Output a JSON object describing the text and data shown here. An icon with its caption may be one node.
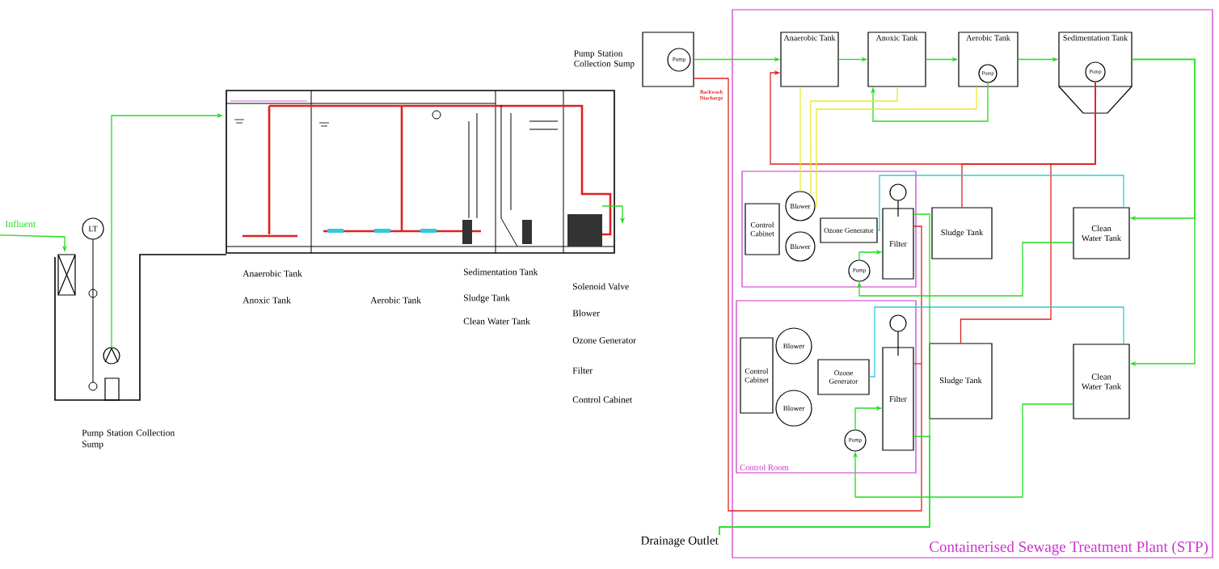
{
  "diagram": {
    "nodes": [
      {
        "text": [
          "Influent"
        ]
      },
      {
        "text": [
          "LT"
        ]
      },
      {
        "text": [
          "Pump Station Collection Sump"
        ]
      },
      {
        "text": [
          "Pump"
        ],
        "in": 2
      },
      {
        "text": [
          "Containerised Sewage Treatment Plant (STP)"
        ]
      },
      {
        "text": [
          "Anaerobic Tank"
        ],
        "in": 4
      },
      {
        "text": [
          "Anoxic Tank"
        ],
        "in": 4
      },
      {
        "text": [
          "Aerobic Tank"
        ],
        "in": 4
      },
      {
        "text": [
          "Pump"
        ],
        "in": 7
      },
      {
        "text": [
          "Sedimentation Tank"
        ],
        "in": 4
      },
      {
        "text": [
          "Pump"
        ],
        "in": 9
      },
      {
        "text": [],
        "shape": "box",
        "in": 4
      },
      {
        "text": [
          "Control Cabinet"
        ],
        "in": 11
      },
      {
        "text": [
          "Blower"
        ],
        "in": 11
      },
      {
        "text": [
          "Blower"
        ],
        "in": 11
      },
      {
        "text": [
          "Ozone Generator"
        ],
        "in": 11
      },
      {
        "text": [],
        "shape": "circle",
        "in": 11
      },
      {
        "text": [
          "Filter"
        ],
        "in": 11
      },
      {
        "text": [
          "Pump"
        ],
        "in": 11
      },
      {
        "text": [
          "Sludge Tank"
        ],
        "in": 4
      },
      {
        "text": [
          "Clean Water Tank"
        ],
        "in": 4
      },
      {
        "text": [
          "Control Room"
        ],
        "in": 4
      },
      {
        "text": [
          "Control Cabinet"
        ],
        "in": 21
      },
      {
        "text": [
          "Blower"
        ],
        "in": 21
      },
      {
        "text": [
          "Blower"
        ],
        "in": 21
      },
      {
        "text": [
          "Ozone Generator"
        ],
        "in": 21
      },
      {
        "text": [],
        "shape": "circle",
        "in": 21
      },
      {
        "text": [
          "Filter"
        ],
        "in": 21
      },
      {
        "text": [
          "Pump"
        ],
        "in": 21
      },
      {
        "text": [
          "Sludge Tank"
        ],
        "in": 4
      },
      {
        "text": [
          "Clean Water Tank"
        ],
        "in": 4
      },
      {
        "text": [
          "Drainage Outlet"
        ]
      }
    ],
    "edges": [
      {
        "from": 0,
        "to": null,
        "arrow": "to"
      },
      {
        "from": 2,
        "to": 5,
        "arrow": "to"
      },
      {
        "from": 5,
        "to": 6,
        "arrow": "to"
      },
      {
        "from": 6,
        "to": 7,
        "arrow": "to"
      },
      {
        "from": 7,
        "to": 9,
        "arrow": "to"
      },
      {
        "from": 9,
        "to": 20,
        "arrow": "to"
      },
      {
        "from": 9,
        "to": 30,
        "arrow": "to"
      },
      {
        "from": 8,
        "to": 6,
        "arrow": "to"
      },
      {
        "from": 10,
        "to": 5,
        "arrow": "to",
        "color": "#dd2222"
      },
      {
        "from": 10,
        "to": 19,
        "arrow": "none",
        "color": "#dd2222"
      },
      {
        "from": 10,
        "to": 29,
        "arrow": "none",
        "color": "#dd2222"
      },
      {
        "from": 17,
        "to": 2,
        "arrow": "none",
        "color": "#dd2222",
        "label": "Backwash Diacharge"
      },
      {
        "from": 27,
        "to": 2,
        "arrow": "none",
        "color": "#dd2222"
      },
      {
        "from": 5,
        "to": 13,
        "arrow": "none",
        "color": "#e8e830"
      },
      {
        "from": 6,
        "to": 13,
        "arrow": "none",
        "color": "#e8e830"
      },
      {
        "from": 7,
        "to": 13,
        "arrow": "none",
        "color": "#e8e830"
      },
      {
        "from": 15,
        "to": 20,
        "arrow": "none",
        "color": "#33c8e0"
      },
      {
        "from": 25,
        "to": 30,
        "arrow": "none",
        "color": "#33c8e0"
      },
      {
        "from": 20,
        "to": 18,
        "arrow": "to"
      },
      {
        "from": 18,
        "to": 17,
        "arrow": "to"
      },
      {
        "from": 30,
        "to": 28,
        "arrow": "to"
      },
      {
        "from": 28,
        "to": 27,
        "arrow": "to"
      },
      {
        "from": 17,
        "to": 31,
        "arrow": "none"
      },
      {
        "from": 27,
        "to": 31,
        "arrow": "none"
      }
    ],
    "labels": [
      "Pump Station Collection Sump",
      "Anaerobic Tank",
      "Anoxic Tank",
      "Aerobic Tank",
      "Sedimentation Tank",
      "Sludge Tank",
      "Clean Water Tank",
      "Solenoid Valve",
      "Blower",
      "Ozone Generator",
      "Filter",
      "Control Cabinet"
    ]
  }
}
